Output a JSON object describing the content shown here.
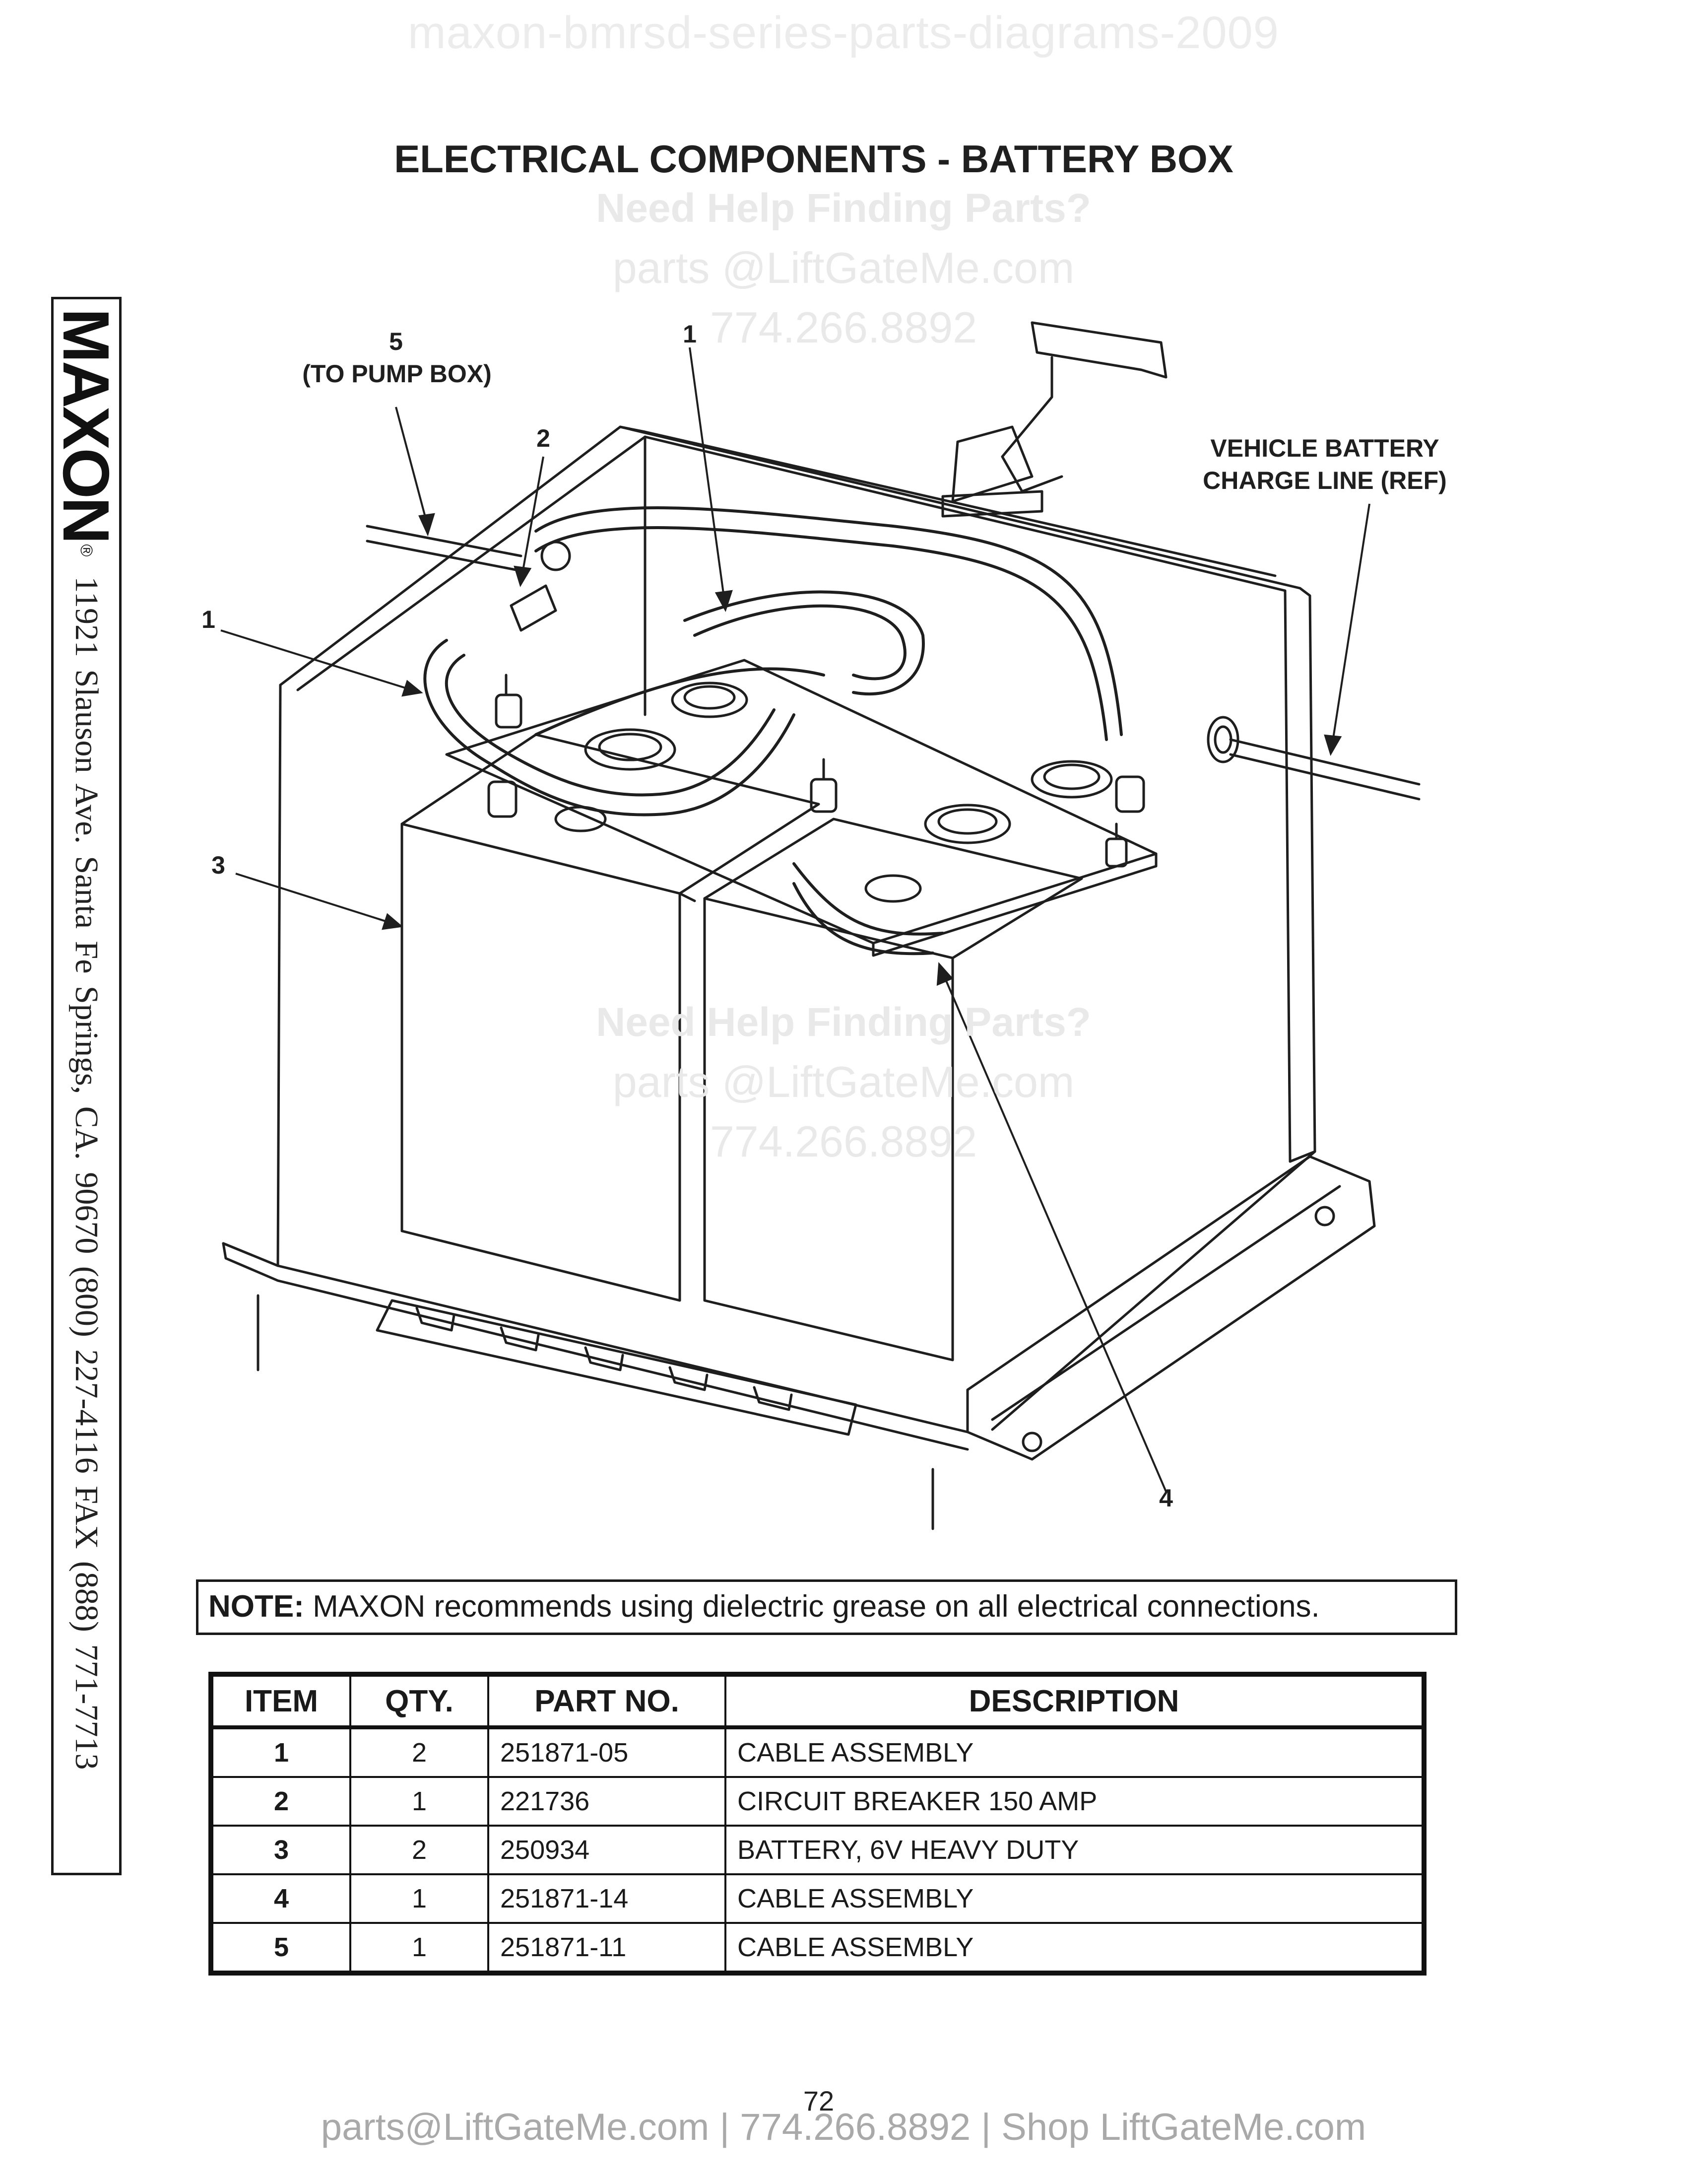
{
  "watermark_top": "maxon-bmrsd-series-parts-diagrams-2009",
  "title": "ELECTRICAL COMPONENTS - BATTERY BOX",
  "watermark_center": {
    "line1": "Need Help Finding Parts?",
    "line2": "parts @LiftGateMe.com",
    "line3": "774.266.8892"
  },
  "sidebar": {
    "brand": "MAXON",
    "registered": "®",
    "address": "11921 Slauson Ave.  Santa Fe Springs, CA.  90670  (800) 227-4116  FAX (888) 771-7713"
  },
  "callouts": {
    "c5": "5",
    "c5_sub": "(TO PUMP BOX)",
    "c1_top": "1",
    "c2": "2",
    "c1_left": "1",
    "c3": "3",
    "c4": "4",
    "vehicle_line1": "VEHICLE BATTERY",
    "vehicle_line2": "CHARGE LINE (REF)"
  },
  "note": {
    "label": "NOTE:",
    "text": " MAXON recommends using dielectric grease on all electrical connections."
  },
  "table": {
    "headers": [
      "ITEM",
      "QTY.",
      "PART NO.",
      "DESCRIPTION"
    ],
    "rows": [
      [
        "1",
        "2",
        "251871-05",
        "CABLE ASSEMBLY"
      ],
      [
        "2",
        "1",
        "221736",
        "CIRCUIT BREAKER 150 AMP"
      ],
      [
        "3",
        "2",
        "250934",
        "BATTERY, 6V HEAVY DUTY"
      ],
      [
        "4",
        "1",
        "251871-14",
        "CABLE ASSEMBLY"
      ],
      [
        "5",
        "1",
        "251871-11",
        "CABLE ASSEMBLY"
      ]
    ]
  },
  "page_number": "72",
  "footer": "parts@LiftGateMe.com | 774.266.8892 | Shop LiftGateMe.com"
}
